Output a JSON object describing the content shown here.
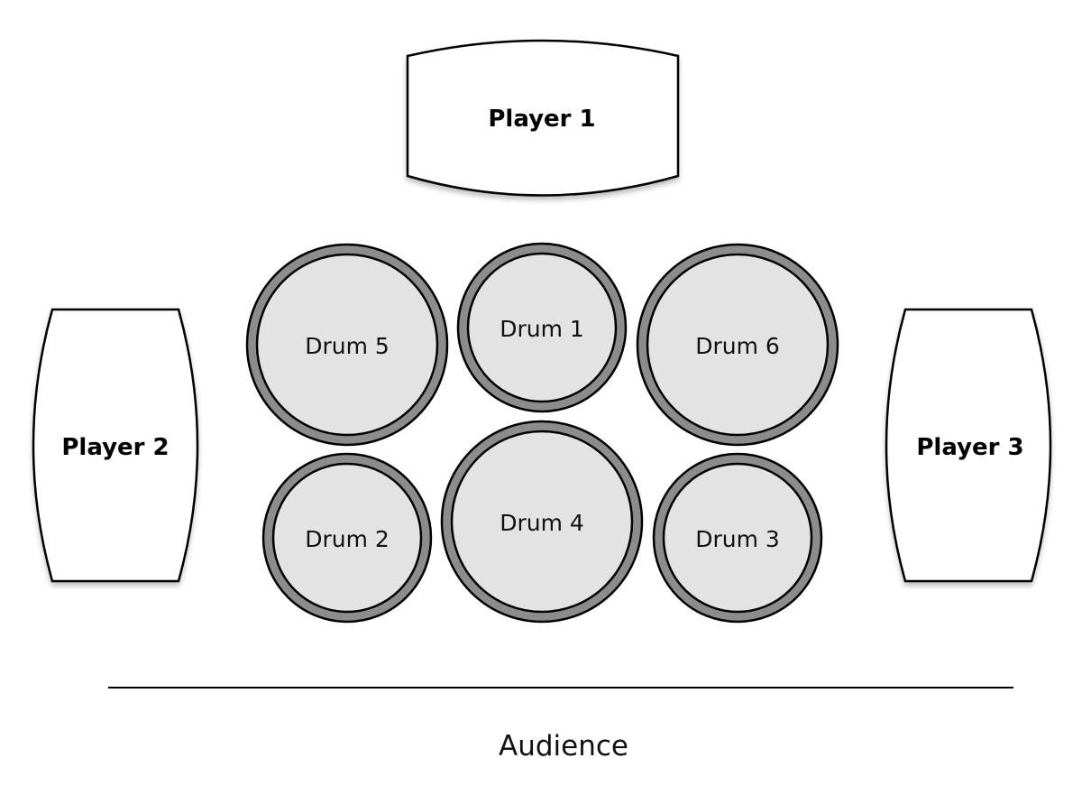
{
  "players": [
    {
      "label": "Player 1"
    },
    {
      "label": "Player 2"
    },
    {
      "label": "Player 3"
    }
  ],
  "drums": [
    {
      "label": "Drum 5"
    },
    {
      "label": "Drum 1"
    },
    {
      "label": "Drum 6"
    },
    {
      "label": "Drum 2"
    },
    {
      "label": "Drum 4"
    },
    {
      "label": "Drum 3"
    }
  ],
  "audience": {
    "label": "Audience"
  },
  "colors": {
    "rim": "#8c8c8c",
    "drum_head": "#e3e3e3",
    "outline": "#000000"
  }
}
